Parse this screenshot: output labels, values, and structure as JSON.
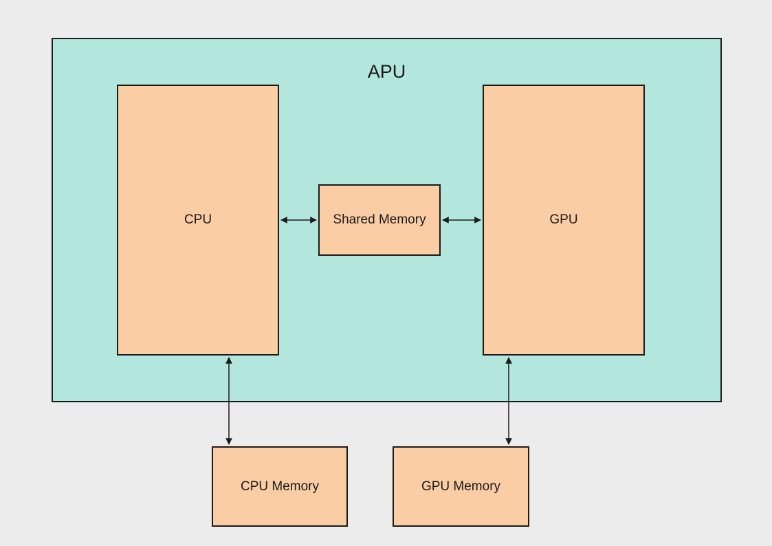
{
  "diagram": {
    "apu": {
      "label": "APU"
    },
    "cpu": {
      "label": "CPU"
    },
    "shared_memory": {
      "label": "Shared Memory"
    },
    "gpu": {
      "label": "GPU"
    },
    "cpu_memory": {
      "label": "CPU Memory"
    },
    "gpu_memory": {
      "label": "GPU Memory"
    },
    "connections": [
      {
        "from": "CPU",
        "to": "Shared Memory",
        "type": "bidirectional"
      },
      {
        "from": "Shared Memory",
        "to": "GPU",
        "type": "bidirectional"
      },
      {
        "from": "CPU",
        "to": "CPU Memory",
        "type": "bidirectional"
      },
      {
        "from": "GPU",
        "to": "GPU Memory",
        "type": "bidirectional"
      }
    ]
  },
  "colors": {
    "canvas-bg": "#ececec",
    "apu-fill": "#b3e6dc",
    "node-fill": "#fbcda4",
    "border": "#1b1b1b",
    "text": "#1a1a1a",
    "arrow": "#1b1b1b"
  }
}
